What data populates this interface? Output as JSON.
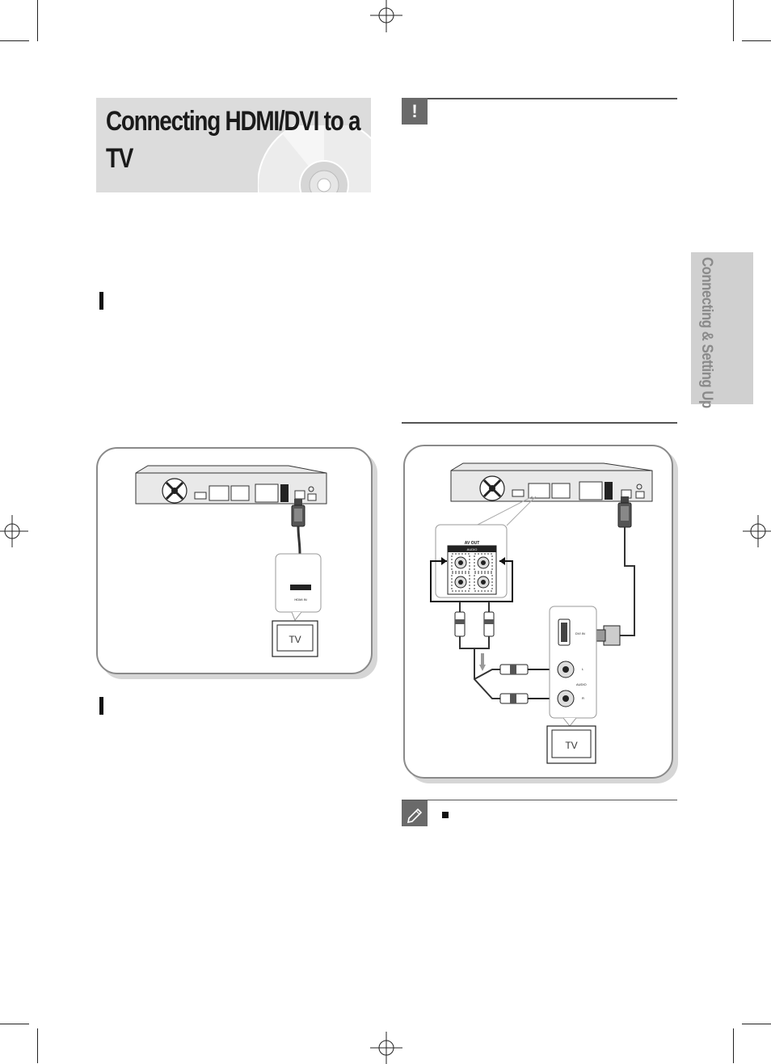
{
  "title": {
    "line1": "Connecting HDMI/DVI to a",
    "line2": "TV"
  },
  "side_tab": {
    "label": "Connecting & Setting Up"
  },
  "caution": {
    "icon_glyph": "!"
  },
  "diagram_hdmi": {
    "tv_connector_label": "HDMI IN",
    "tv_label": "TV"
  },
  "diagram_dvi": {
    "av_out_label": "AV OUT",
    "audio_label": "AUDIO",
    "dvi_label": "DVI IN",
    "l_label": "L",
    "audio_tv_label": "AUDIO",
    "r_label": "R",
    "tv_label": "TV"
  },
  "icons": {
    "caution": "exclamation-icon",
    "note": "pencil-icon",
    "disc": "disc-icon"
  }
}
